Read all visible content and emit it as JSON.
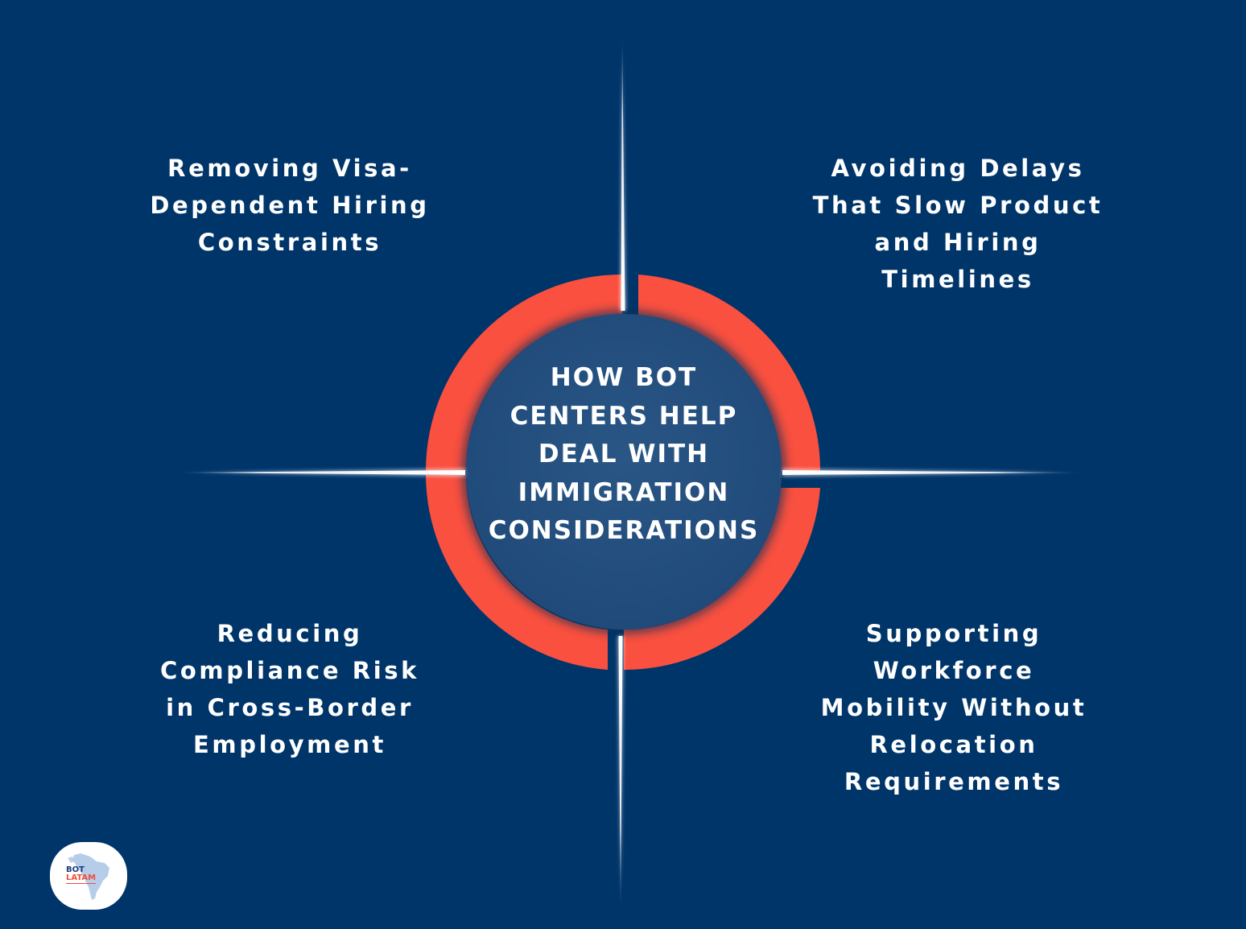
{
  "diagram": {
    "center_title": "HOW BOT\nCENTERS HELP\nDEAL WITH\nIMMIGRATION\nCONSIDERATIONS",
    "quadrants": {
      "top_left": "Removing Visa-\nDependent Hiring\nConstraints",
      "top_right": "Avoiding Delays\nThat Slow Product\nand Hiring\nTimelines",
      "bottom_left": "Reducing\nCompliance Risk\nin Cross-Border\nEmployment",
      "bottom_right": "Supporting\nWorkforce\nMobility Without\nRelocation\nRequirements"
    }
  },
  "logo": {
    "line1": "BOT",
    "line2": "LATAM",
    "icon": "south-america-map-icon"
  },
  "colors": {
    "background": "#00356a",
    "ring": "#f9503f",
    "inner_circle": "#234f7f",
    "text": "#ffffff"
  }
}
